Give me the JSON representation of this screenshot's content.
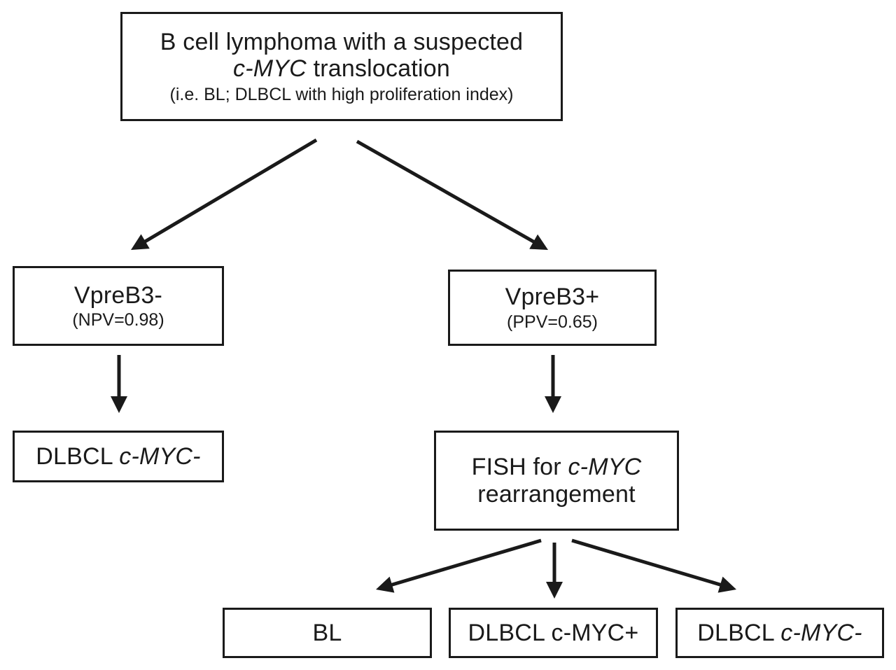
{
  "root": {
    "line1": "B cell lymphoma with a suspected",
    "gene": "c-MYC",
    "line2_rest": " translocation",
    "line3": "(i.e. BL; DLBCL with high proliferation index)"
  },
  "neg": {
    "label": "VpreB3-",
    "stat": "(NPV=0.98)"
  },
  "pos": {
    "label": "VpreB3+",
    "stat": "(PPV=0.65)"
  },
  "neg_result": {
    "prefix": "DLBCL ",
    "gene": "c-MYC-"
  },
  "fish": {
    "prefix": "FISH for ",
    "gene": "c-MYC",
    "line2": "rearrangement"
  },
  "out_bl": {
    "label": "BL"
  },
  "out_myc_pos": {
    "label": "DLBCL c-MYC+"
  },
  "out_myc_neg": {
    "prefix": "DLBCL ",
    "gene": "c-MYC-"
  }
}
